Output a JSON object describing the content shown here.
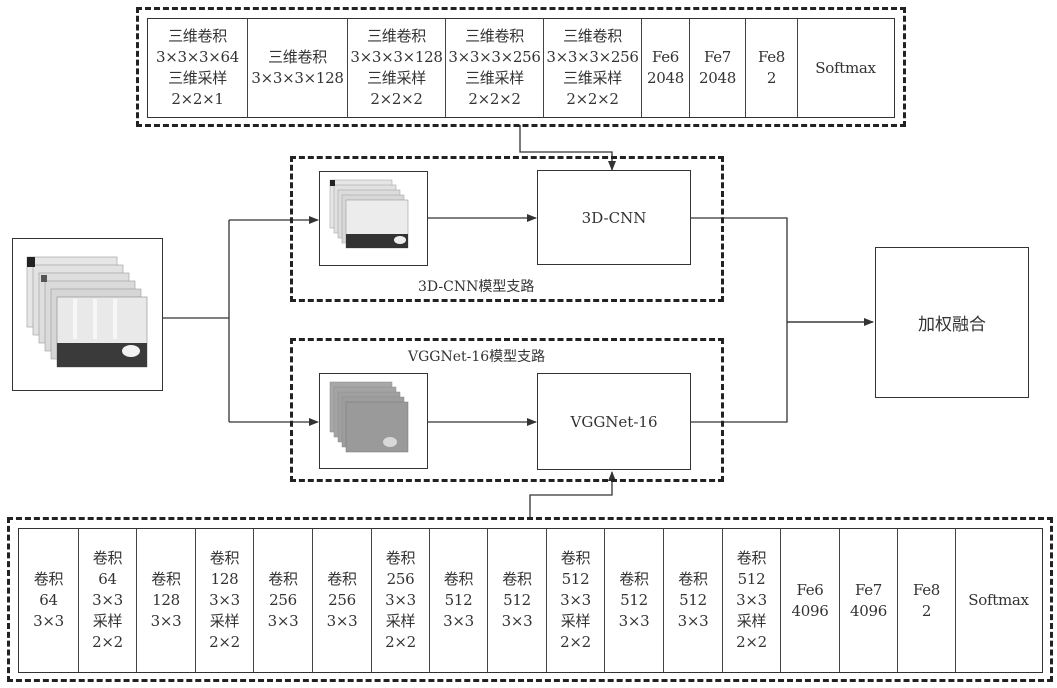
{
  "top_panel": {
    "cells": [
      [
        "三维卷积",
        "3×3×3×64",
        "三维采样",
        "2×2×1"
      ],
      [
        "三维卷积",
        "3×3×3×128"
      ],
      [
        "三维卷积",
        "3×3×3×128",
        "三维采样",
        "2×2×2"
      ],
      [
        "三维卷积",
        "3×3×3×256",
        "三维采样",
        "2×2×2"
      ],
      [
        "三维卷积",
        "3×3×3×256",
        "三维采样",
        "2×2×2"
      ],
      [
        "Fe6",
        "2048"
      ],
      [
        "Fe7",
        "2048"
      ],
      [
        "Fe8",
        "2"
      ],
      [
        "Softmax"
      ]
    ]
  },
  "branch_3dcnn": {
    "label": "3D-CNN模型支路",
    "model": "3D-CNN"
  },
  "branch_vgg": {
    "label": "VGGNet-16模型支路",
    "model": "VGGNet-16"
  },
  "fusion": {
    "label": "加权融合"
  },
  "bottom_panel": {
    "cells": [
      [
        "卷积",
        "64",
        "3×3"
      ],
      [
        "卷积",
        "64",
        "3×3",
        "采样",
        "2×2"
      ],
      [
        "卷积",
        "128",
        "3×3"
      ],
      [
        "卷积",
        "128",
        "3×3",
        "采样",
        "2×2"
      ],
      [
        "卷积",
        "256",
        "3×3"
      ],
      [
        "卷积",
        "256",
        "3×3"
      ],
      [
        "卷积",
        "256",
        "3×3",
        "采样",
        "2×2"
      ],
      [
        "卷积",
        "512",
        "3×3"
      ],
      [
        "卷积",
        "512",
        "3×3"
      ],
      [
        "卷积",
        "512",
        "3×3",
        "采样",
        "2×2"
      ],
      [
        "卷积",
        "512",
        "3×3"
      ],
      [
        "卷积",
        "512",
        "3×3"
      ],
      [
        "卷积",
        "512",
        "3×3",
        "采样",
        "2×2"
      ],
      [
        "Fe6",
        "4096"
      ],
      [
        "Fe7",
        "4096"
      ],
      [
        "Fe8",
        "2"
      ],
      [
        "Softmax"
      ]
    ]
  },
  "colors": {
    "line": "#333333",
    "frame_photo": "#dcdcdc",
    "frame_optflow": "#9e9e9e"
  },
  "icons": [
    "video-frames-image",
    "video-frames-thumbnail",
    "optical-flow-thumbnail",
    "arrow-icon"
  ]
}
